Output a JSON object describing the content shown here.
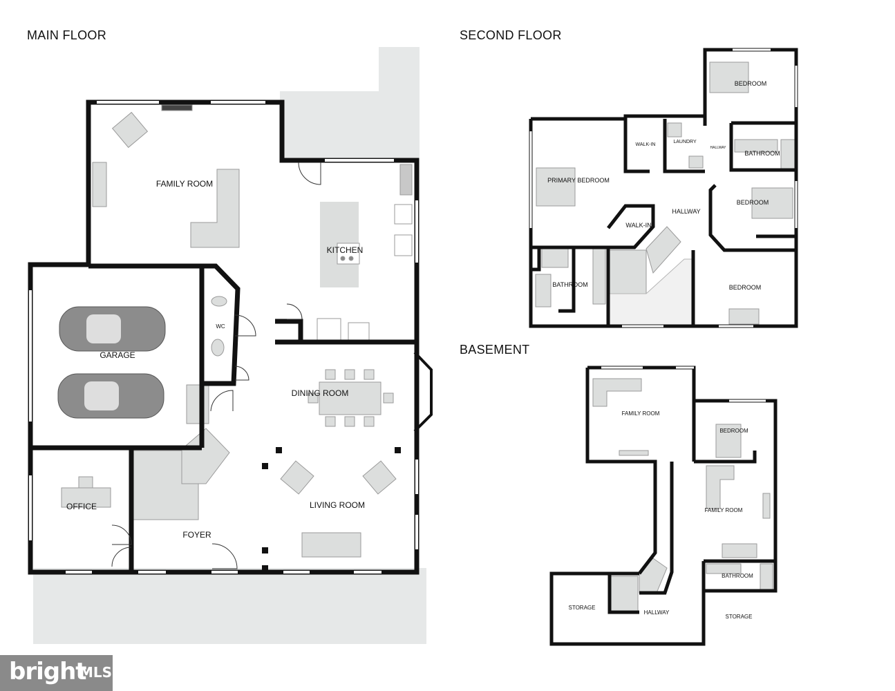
{
  "floors": {
    "main": "MAIN FLOOR",
    "second": "SECOND FLOOR",
    "basement": "BASEMENT"
  },
  "main_rooms": {
    "family_room": "FAMILY ROOM",
    "kitchen": "KITCHEN",
    "wc": "WC",
    "garage": "GARAGE",
    "dining_room": "DINING ROOM",
    "office": "OFFICE",
    "foyer": "FOYER",
    "living_room": "LIVING ROOM"
  },
  "second_rooms": {
    "bedroom_1": "BEDROOM",
    "walk_in_1": "WALK-IN",
    "laundry": "LAUNDRY",
    "hallway_small": "HALLWAY",
    "bathroom_1": "BATHROOM",
    "primary_bedroom": "PRIMARY BEDROOM",
    "hallway": "HALLWAY",
    "bedroom_2": "BEDROOM",
    "walk_in_2": "WALK-IN",
    "bathroom_2": "BATHROOM",
    "bedroom_3": "BEDROOM"
  },
  "basement_rooms": {
    "family_room_1": "FAMILY ROOM",
    "bedroom": "BEDROOM",
    "family_room_2": "FAMILY ROOM",
    "bathroom": "BATHROOM",
    "storage_1": "STORAGE",
    "hallway": "HALLWAY",
    "storage_2": "STORAGE"
  },
  "logo": {
    "word": "bright",
    "suffix": "MLS"
  },
  "colors": {
    "wall": "#111111",
    "exterior": "#e6e8e8",
    "furniture": "#dcdedd",
    "car": "#8c8c8c",
    "logo_bg": "#8a8a8a"
  }
}
